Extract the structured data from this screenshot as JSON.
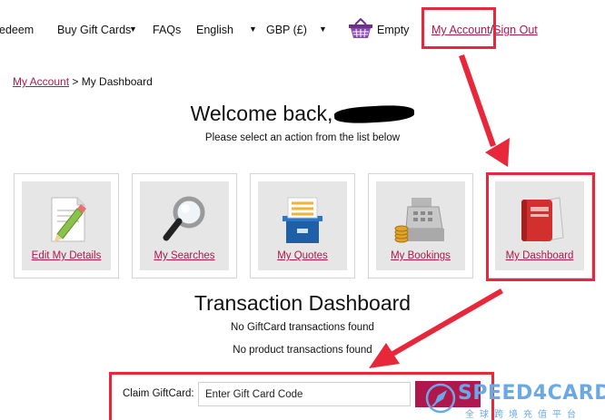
{
  "nav": {
    "redeem": "edeem",
    "buy_gift_cards": "Buy Gift Cards",
    "faqs": "FAQs",
    "language": "English",
    "currency": "GBP (£)",
    "cart_status": "Empty",
    "my_account": "My Account",
    "separator": "/",
    "sign_out": "Sign Out"
  },
  "breadcrumb": {
    "link": "My Account",
    "separator": " > ",
    "current": "My Dashboard"
  },
  "welcome": {
    "heading": "Welcome back,",
    "subtitle": "Please select an action from the list below"
  },
  "actions": [
    {
      "label": "Edit My Details",
      "icon": "pencil-paper-icon"
    },
    {
      "label": "My Searches",
      "icon": "magnifier-icon"
    },
    {
      "label": "My Quotes",
      "icon": "file-drawer-icon"
    },
    {
      "label": "My Bookings",
      "icon": "cash-register-icon"
    },
    {
      "label": "My Dashboard",
      "icon": "red-book-icon"
    }
  ],
  "dashboard": {
    "title": "Transaction Dashboard",
    "no_giftcard": "No GiftCard transactions found",
    "no_product": "No product transactions found"
  },
  "claim": {
    "label": "Claim GiftCard:",
    "placeholder": "Enter Gift Card Code"
  },
  "watermark": {
    "title": "SPEED4CARD",
    "subtitle": "全球跨境充值平台"
  },
  "colors": {
    "brand": "#b0174d",
    "highlight": "#e8283a",
    "watermark": "#6aa9e6"
  }
}
